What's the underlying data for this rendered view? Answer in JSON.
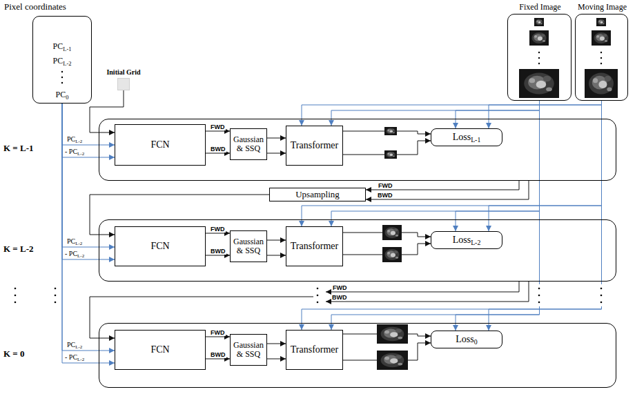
{
  "diagram": {
    "nodes": [
      {
        "text": [
          "Pixel coordinates",
          "PCL-1",
          "PCL-2",
          "PC0"
        ]
      },
      {
        "text": [
          "Initial Grid"
        ]
      },
      {
        "text": [
          "Fixed Image"
        ]
      },
      {
        "text": [
          "Moving Image"
        ]
      },
      {
        "text": [
          "K = L-1"
        ]
      },
      {
        "text": [
          "FCN"
        ],
        "in": 4
      },
      {
        "text": [
          "Gaussian & SSQ"
        ],
        "in": 4
      },
      {
        "text": [
          "Transformer"
        ],
        "in": 4
      },
      {
        "text": [
          "LossL-1"
        ],
        "in": 4
      },
      {
        "text": [
          "Upsampling"
        ]
      },
      {
        "text": [
          "K = L-2"
        ]
      },
      {
        "text": [
          "FCN"
        ],
        "in": 10
      },
      {
        "text": [
          "Gaussian & SSQ"
        ],
        "in": 10
      },
      {
        "text": [
          "Transformer"
        ],
        "in": 10
      },
      {
        "text": [
          "LossL-2"
        ],
        "in": 10
      },
      {
        "text": [
          "K = 0"
        ]
      },
      {
        "text": [
          "FCN"
        ],
        "in": 15
      },
      {
        "text": [
          "Gaussian & SSQ"
        ],
        "in": 15
      },
      {
        "text": [
          "Transformer"
        ],
        "in": 15
      },
      {
        "text": [
          "Loss0"
        ],
        "in": 15
      }
    ],
    "edges": [
      {
        "from": 1,
        "to": 5,
        "arrow": "to"
      },
      {
        "from": 0,
        "to": 5,
        "label": "PCL-2",
        "arrow": "to"
      },
      {
        "from": 0,
        "to": 5,
        "label": "- PCL-2",
        "arrow": "to"
      },
      {
        "from": 5,
        "to": 6,
        "label": "FWD",
        "arrow": "to"
      },
      {
        "from": 5,
        "to": 6,
        "label": "BWD",
        "arrow": "to"
      },
      {
        "from": 6,
        "to": 7,
        "arrow": "to"
      },
      {
        "from": 6,
        "to": 7,
        "arrow": "to"
      },
      {
        "from": 3,
        "to": 7,
        "arrow": "to"
      },
      {
        "from": 2,
        "to": 7,
        "arrow": "to"
      },
      {
        "from": 7,
        "to": 8,
        "arrow": "to"
      },
      {
        "from": 7,
        "to": 8,
        "arrow": "to"
      },
      {
        "from": 2,
        "to": 8,
        "arrow": "to"
      },
      {
        "from": 3,
        "to": 8,
        "arrow": "to"
      },
      {
        "from": 4,
        "to": 9,
        "label": "FWD",
        "arrow": "to"
      },
      {
        "from": 4,
        "to": 9,
        "label": "BWD",
        "arrow": "to"
      },
      {
        "from": 9,
        "to": 11,
        "arrow": "to"
      },
      {
        "from": 0,
        "to": 11,
        "label": "PCL-2",
        "arrow": "to"
      },
      {
        "from": 0,
        "to": 11,
        "label": "- PCL-2",
        "arrow": "to"
      },
      {
        "from": 11,
        "to": 12,
        "label": "FWD",
        "arrow": "to"
      },
      {
        "from": 11,
        "to": 12,
        "label": "BWD",
        "arrow": "to"
      },
      {
        "from": 12,
        "to": 13,
        "arrow": "to"
      },
      {
        "from": 12,
        "to": 13,
        "arrow": "to"
      },
      {
        "from": 3,
        "to": 13,
        "arrow": "to"
      },
      {
        "from": 2,
        "to": 13,
        "arrow": "to"
      },
      {
        "from": 13,
        "to": 14,
        "arrow": "to"
      },
      {
        "from": 13,
        "to": 14,
        "arrow": "to"
      },
      {
        "from": 2,
        "to": 14,
        "arrow": "to"
      },
      {
        "from": 3,
        "to": 14,
        "arrow": "to"
      },
      {
        "from": 0,
        "to": 16,
        "label": "PCL-2",
        "arrow": "to"
      },
      {
        "from": 0,
        "to": 16,
        "label": "- PCL-2",
        "arrow": "to"
      },
      {
        "from": 16,
        "to": 17,
        "label": "FWD",
        "arrow": "to"
      },
      {
        "from": 16,
        "to": 17,
        "label": "BWD",
        "arrow": "to"
      },
      {
        "from": 17,
        "to": 18,
        "arrow": "to"
      },
      {
        "from": 17,
        "to": 18,
        "arrow": "to"
      },
      {
        "from": 3,
        "to": 18,
        "arrow": "to"
      },
      {
        "from": 2,
        "to": 18,
        "arrow": "to"
      },
      {
        "from": 18,
        "to": 19,
        "arrow": "to"
      },
      {
        "from": 18,
        "to": 19,
        "arrow": "to"
      },
      {
        "from": 2,
        "to": 19,
        "arrow": "to"
      },
      {
        "from": 3,
        "to": 19,
        "arrow": "to"
      }
    ],
    "labels": [
      "FWD",
      "BWD"
    ]
  }
}
